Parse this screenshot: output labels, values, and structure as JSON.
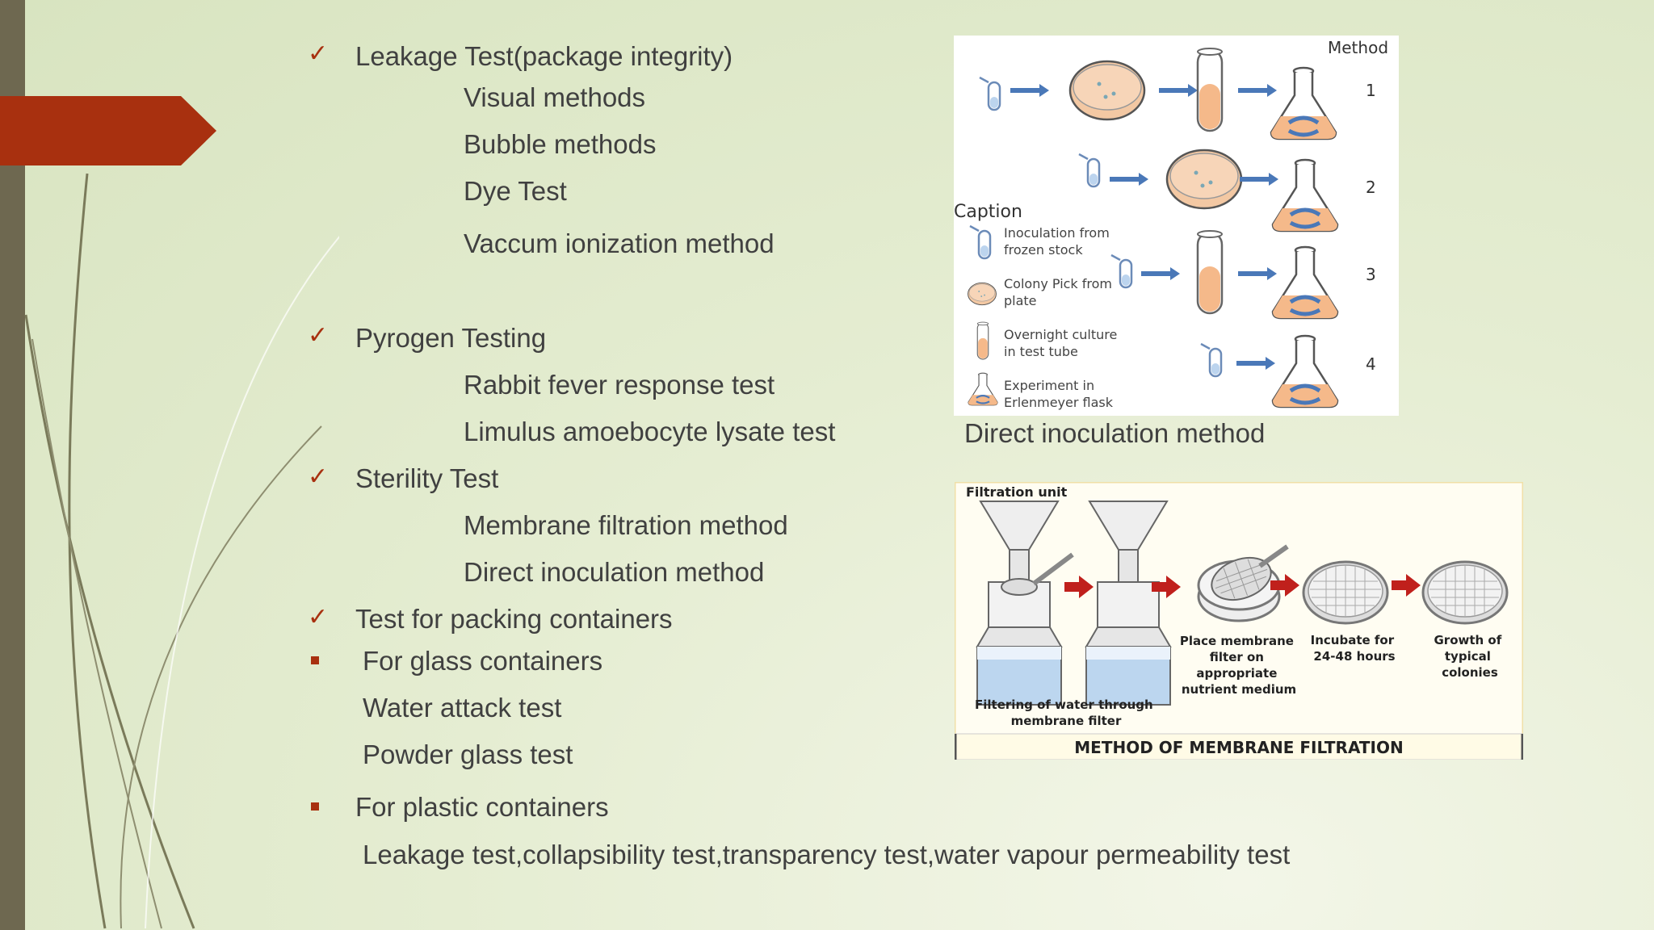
{
  "bullets": {
    "leakage": {
      "heading": "Leakage Test(package integrity)",
      "items": [
        "Visual methods",
        "Bubble methods",
        "Dye Test",
        "Vaccum ionization method"
      ]
    },
    "pyrogen": {
      "heading": "Pyrogen Testing",
      "items": [
        "Rabbit fever response test",
        "Limulus amoebocyte lysate test"
      ]
    },
    "sterility": {
      "heading": "Sterility Test",
      "items": [
        "Membrane filtration method",
        "Direct inoculation method"
      ]
    },
    "packing": {
      "heading": "Test for packing containers",
      "glass": {
        "heading": "For glass containers",
        "items": [
          "Water attack test",
          "Powder glass test"
        ]
      },
      "plastic": {
        "heading": "For plastic containers",
        "items": [
          "Leakage test,collapsibility test,transparency test,water vapour permeability test"
        ]
      }
    }
  },
  "figure_inoculation": {
    "header": "Method",
    "numbers": [
      "1",
      "2",
      "3",
      "4"
    ],
    "caption_title": "Caption",
    "legend": [
      [
        "Inoculation from",
        "frozen stock"
      ],
      [
        "Colony Pick from",
        "plate"
      ],
      [
        "Overnight culture",
        "in test tube"
      ],
      [
        "Experiment in",
        "Erlenmeyer flask"
      ]
    ],
    "caption": "Direct inoculation method"
  },
  "figure_filtration": {
    "label_unit": "Filtration unit",
    "label_filtering": [
      "Filtering of water through",
      "membrane filter"
    ],
    "label_place": [
      "Place membrane",
      "filter on",
      "appropriate",
      "nutrient medium"
    ],
    "label_incubate": [
      "Incubate for",
      "24-48 hours"
    ],
    "label_growth": [
      "Growth of",
      "typical",
      "colonies"
    ],
    "title": "METHOD OF MEMBRANE FILTRATION"
  },
  "colors": {
    "accent": "#a8300f",
    "strip": "#6e6850",
    "arrow_blue": "#4a78b8",
    "arrow_red": "#c0201c"
  }
}
